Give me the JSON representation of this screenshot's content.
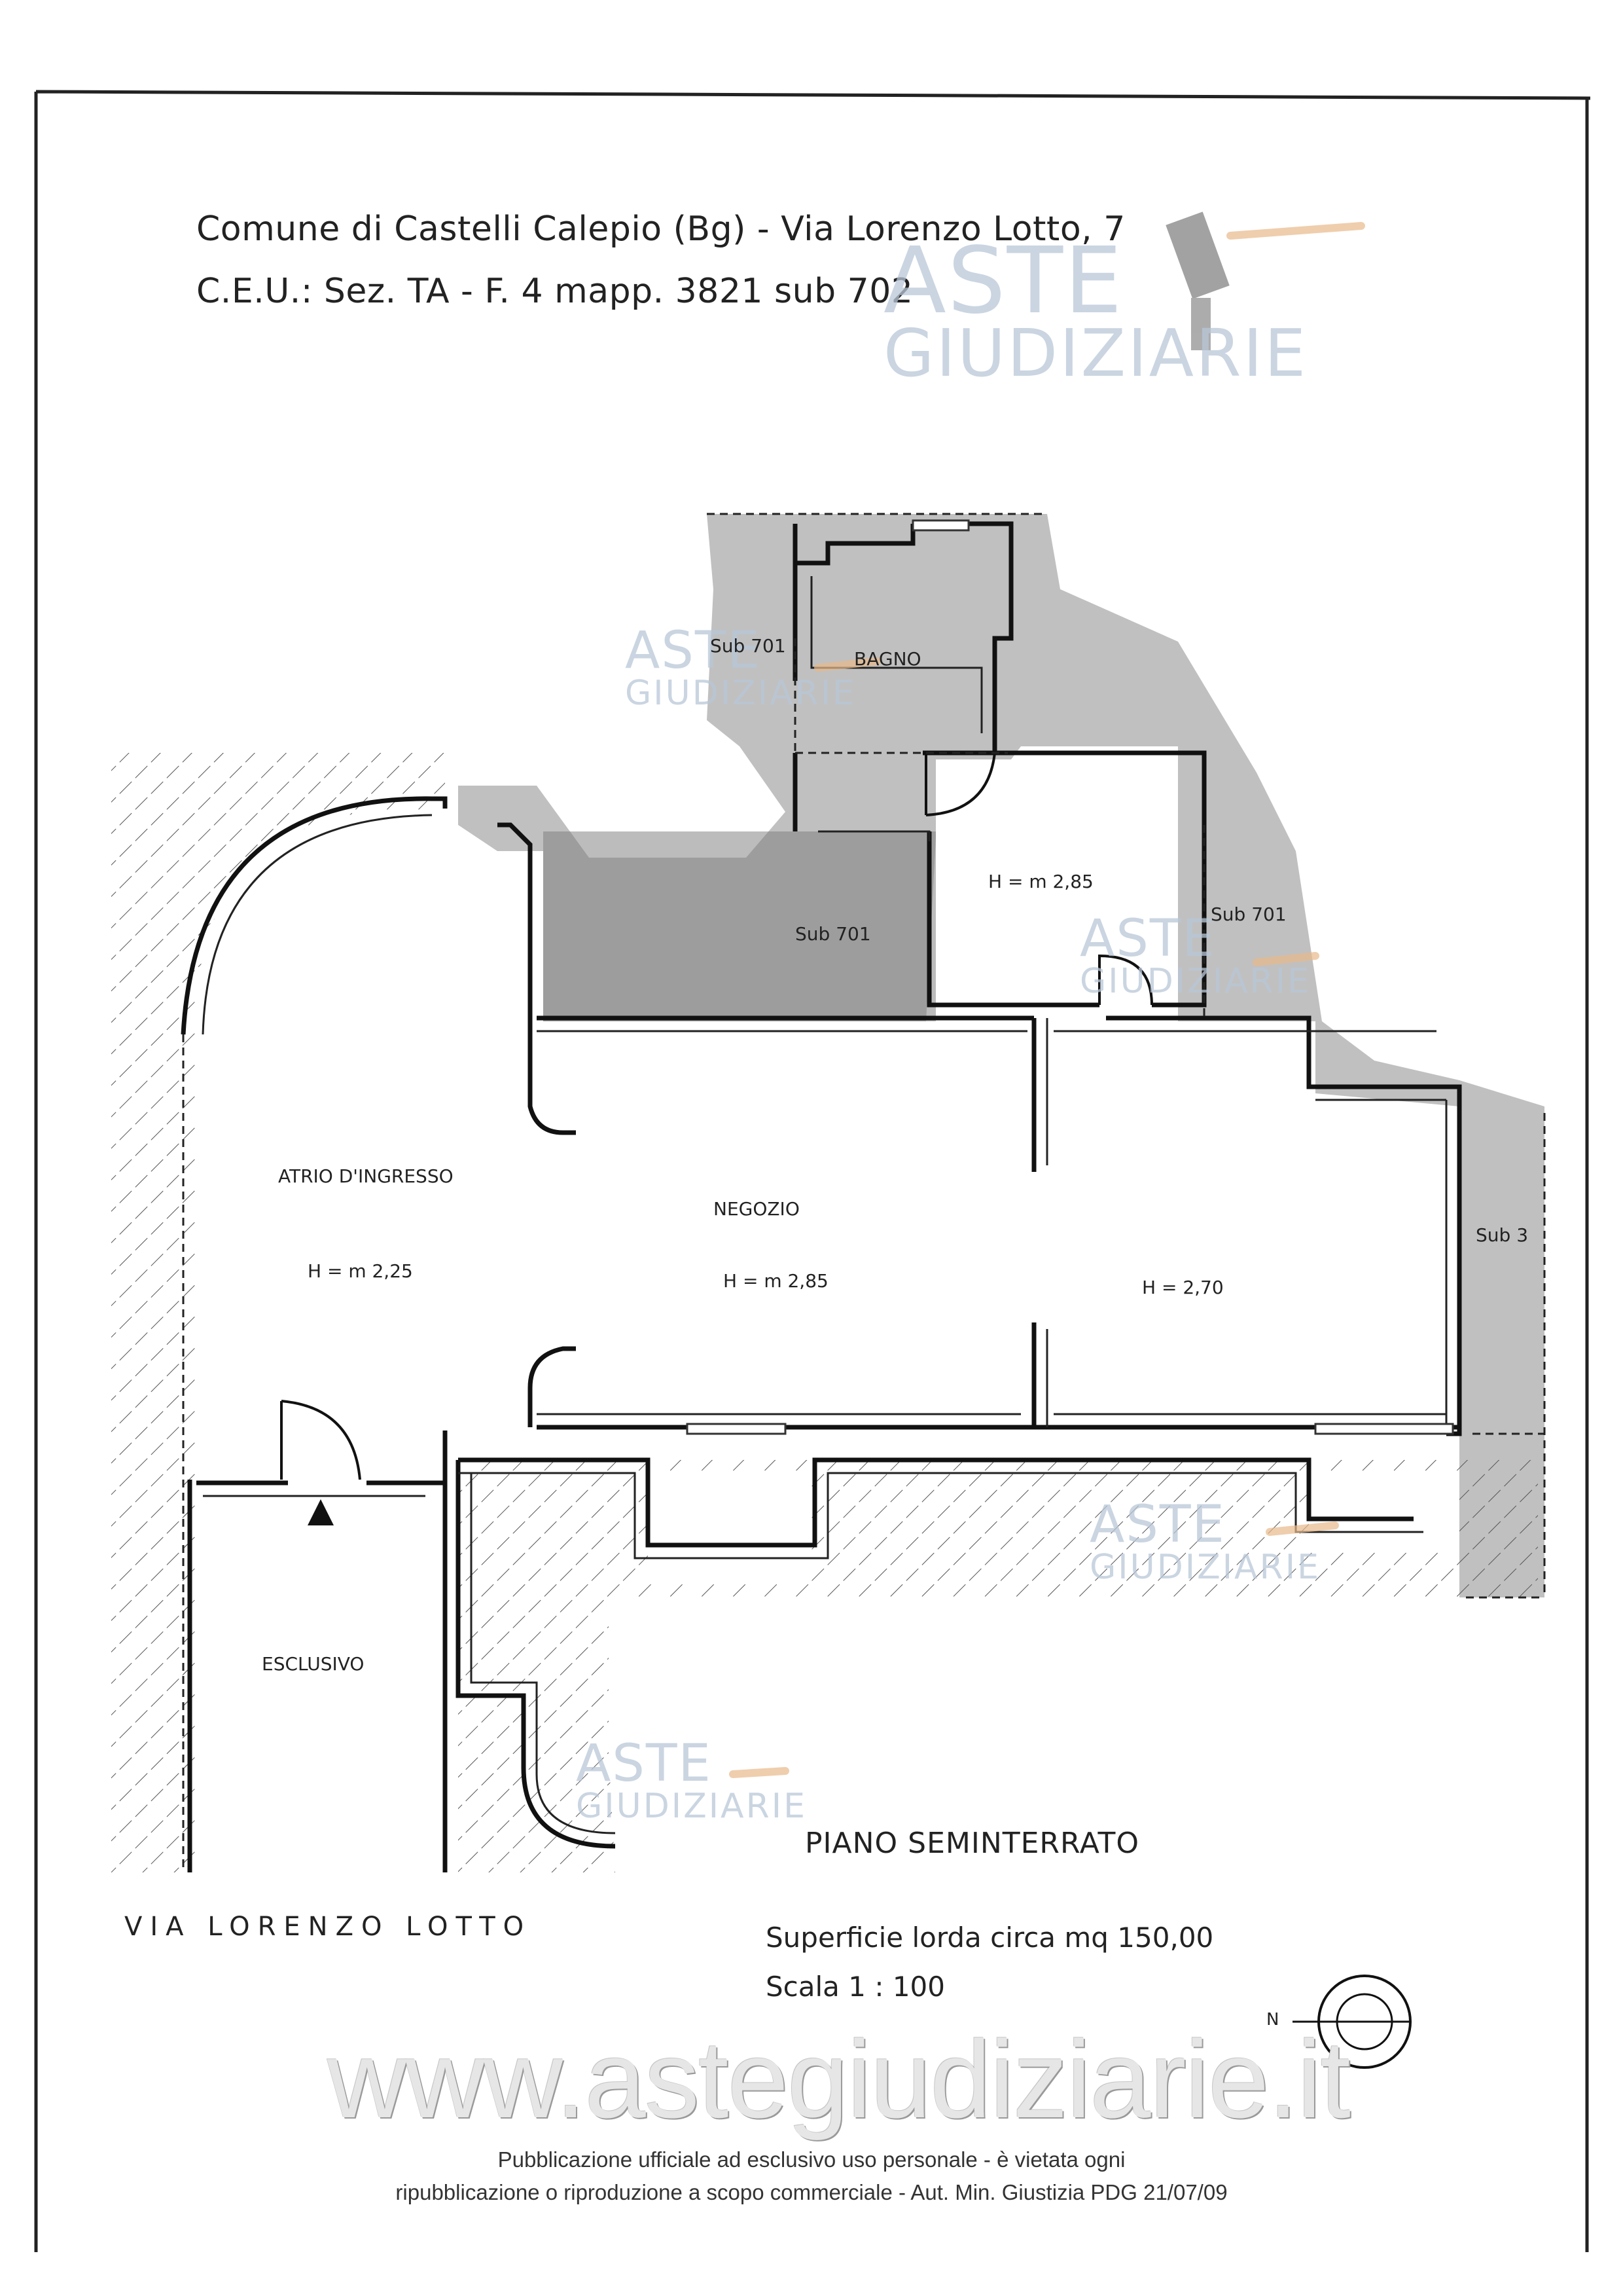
{
  "header": {
    "line1": "Comune di Castelli Calepio (Bg) - Via Lorenzo Lotto, 7",
    "line2": "C.E.U.: Sez. TA - F. 4 mapp. 3821 sub 702"
  },
  "watermark": {
    "line1": "ASTE",
    "line2": "GIUDIZIARIE",
    "url": "www.astegiudiziarie.it"
  },
  "rooms": {
    "bagno": "BAGNO",
    "sub701_top": "Sub 701",
    "sub701_mid": "Sub 701",
    "sub701_right": "Sub 701",
    "sub3": "Sub 3",
    "h_bagno_area": "H = m 2,85",
    "atrio": "ATRIO D'INGRESSO",
    "h_atrio": "H = m 2,25",
    "negozio": "NEGOZIO",
    "h_negozio": "H = m 2,85",
    "h_right": "H = 2,70",
    "esclusivo": "ESCLUSIVO"
  },
  "street": "VIA LORENZO LOTTO",
  "plan_info": {
    "title": "PIANO SEMINTERRATO",
    "surface": "Superficie lorda circa mq 150,00",
    "scale": "Scala 1 : 100"
  },
  "compass_label": "N",
  "footer": {
    "line1": "Pubblicazione ufficiale ad esclusivo uso personale - è vietata ogni",
    "line2": "ripubblicazione o riproduzione a scopo commerciale - Aut. Min. Giustizia PDG 21/07/09"
  }
}
